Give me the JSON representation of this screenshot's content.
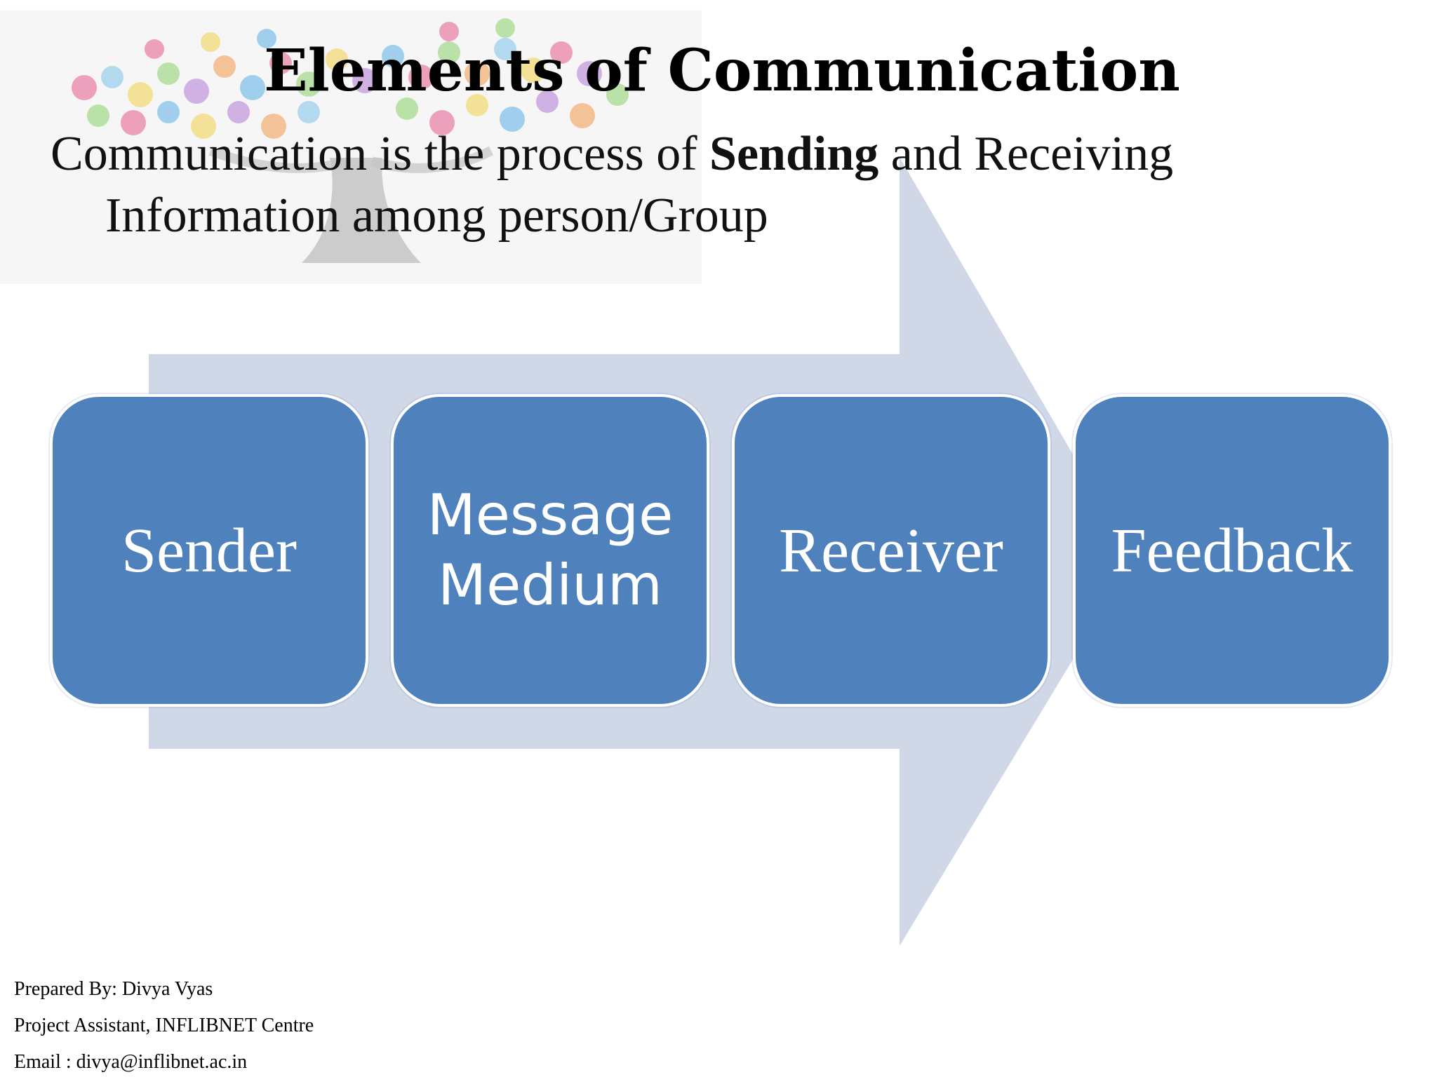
{
  "slide": {
    "title": "Elements of Communication",
    "subtitle": {
      "part1": "Communication is the process of ",
      "bold": "Sending",
      "part2": " and Receiving",
      "line2": "Information among person/Group"
    }
  },
  "diagram": {
    "steps": [
      {
        "label": "Sender"
      },
      {
        "label": "Message\nMedium"
      },
      {
        "label": "Receiver"
      },
      {
        "label": "Feedback"
      }
    ],
    "colors": {
      "box": "#4f81bd",
      "arrow": "#d0d8e8",
      "box_text": "#ffffff"
    }
  },
  "footer": {
    "line1": "Prepared By: Divya Vyas",
    "line2": "Project Assistant, INFLIBNET Centre",
    "line3": "Email : divya@inflibnet.ac.in"
  }
}
